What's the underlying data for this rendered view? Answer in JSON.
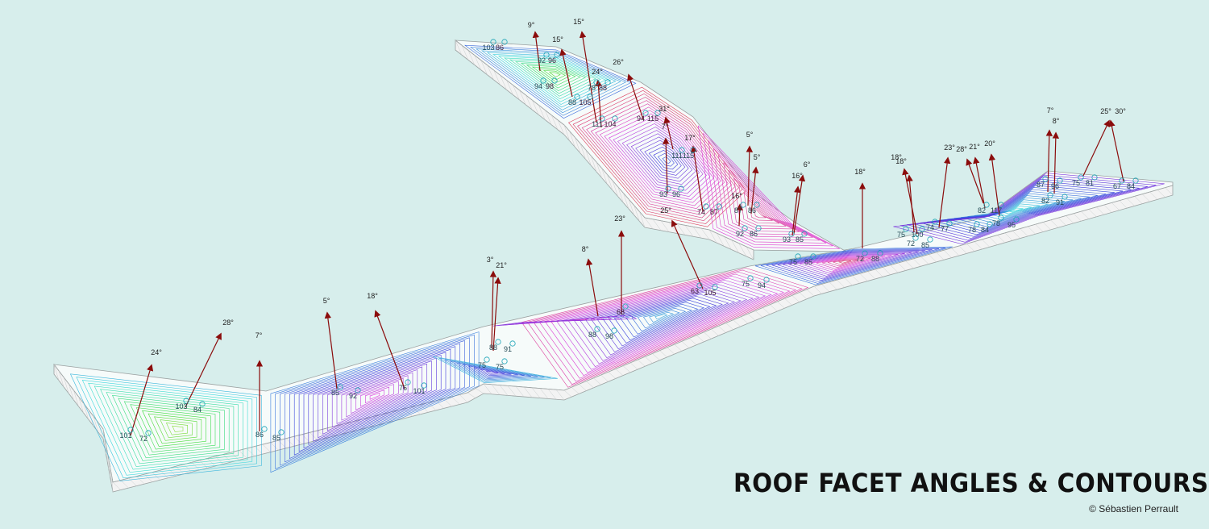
{
  "title": "ROOF FACET ANGLES & CONTOURS",
  "credit": "© Sébastien Perrault",
  "colors": {
    "background": "#d7eeec",
    "arrow": "#8b0c0c",
    "slab_fill": "#f3f3f3",
    "slab_edge": "#9aa0a0",
    "facet_label_cyan": "#1aa3b5"
  },
  "facet_labels": [
    {
      "id": "f01",
      "text": "103"
    },
    {
      "id": "f02",
      "text": "86"
    },
    {
      "id": "f03",
      "text": "92"
    },
    {
      "id": "f04",
      "text": "96"
    },
    {
      "id": "f05",
      "text": "94"
    },
    {
      "id": "f06",
      "text": "98"
    },
    {
      "id": "f07",
      "text": "88"
    },
    {
      "id": "f08",
      "text": "105"
    },
    {
      "id": "f09",
      "text": "78"
    },
    {
      "id": "f10",
      "text": "88"
    },
    {
      "id": "f11",
      "text": "111"
    },
    {
      "id": "f12",
      "text": "104"
    },
    {
      "id": "f13",
      "text": "94"
    },
    {
      "id": "f14",
      "text": "115"
    },
    {
      "id": "f15",
      "text": "111"
    },
    {
      "id": "f16",
      "text": "115"
    },
    {
      "id": "f17",
      "text": "93"
    },
    {
      "id": "f18",
      "text": "96"
    },
    {
      "id": "f19",
      "text": "74"
    },
    {
      "id": "f20",
      "text": "87"
    },
    {
      "id": "f21",
      "text": "87"
    },
    {
      "id": "f22",
      "text": "86"
    },
    {
      "id": "f23",
      "text": "92"
    },
    {
      "id": "f24",
      "text": "86"
    },
    {
      "id": "f25",
      "text": "93"
    },
    {
      "id": "f26",
      "text": "85"
    },
    {
      "id": "f27",
      "text": "75"
    },
    {
      "id": "f28",
      "text": "85"
    },
    {
      "id": "f29",
      "text": "72"
    },
    {
      "id": "f30",
      "text": "88"
    },
    {
      "id": "f31",
      "text": "75"
    },
    {
      "id": "f32",
      "text": "100"
    },
    {
      "id": "f33",
      "text": "72"
    },
    {
      "id": "f34",
      "text": "85"
    },
    {
      "id": "f35",
      "text": "74"
    },
    {
      "id": "f36",
      "text": "77"
    },
    {
      "id": "f37",
      "text": "78"
    },
    {
      "id": "f38",
      "text": "84"
    },
    {
      "id": "f39",
      "text": "82"
    },
    {
      "id": "f40",
      "text": "117"
    },
    {
      "id": "f41",
      "text": "78"
    },
    {
      "id": "f42",
      "text": "95"
    },
    {
      "id": "f43",
      "text": "87"
    },
    {
      "id": "f44",
      "text": "96"
    },
    {
      "id": "f45",
      "text": "82"
    },
    {
      "id": "f46",
      "text": "91"
    },
    {
      "id": "f47",
      "text": "75"
    },
    {
      "id": "f48",
      "text": "81"
    },
    {
      "id": "f49",
      "text": "67"
    },
    {
      "id": "f50",
      "text": "84"
    },
    {
      "id": "f51",
      "text": "75"
    },
    {
      "id": "f52",
      "text": "94"
    },
    {
      "id": "f53",
      "text": "63"
    },
    {
      "id": "f54",
      "text": "105"
    },
    {
      "id": "f55",
      "text": "68"
    },
    {
      "id": "f56",
      "text": "88"
    },
    {
      "id": "f57",
      "text": "98"
    },
    {
      "id": "f58",
      "text": "88"
    },
    {
      "id": "f59",
      "text": "91"
    },
    {
      "id": "f60",
      "text": "75"
    },
    {
      "id": "f61",
      "text": "75"
    },
    {
      "id": "f62",
      "text": "76"
    },
    {
      "id": "f63",
      "text": "101"
    },
    {
      "id": "f64",
      "text": "85"
    },
    {
      "id": "f65",
      "text": "92"
    },
    {
      "id": "f66",
      "text": "86"
    },
    {
      "id": "f67",
      "text": "85"
    },
    {
      "id": "f68",
      "text": "103"
    },
    {
      "id": "f69",
      "text": "84"
    },
    {
      "id": "f70",
      "text": "101"
    },
    {
      "id": "f71",
      "text": "72"
    }
  ],
  "angle_labels": [
    {
      "id": "a01",
      "text": "9°"
    },
    {
      "id": "a02",
      "text": "15°"
    },
    {
      "id": "a03",
      "text": "15°"
    },
    {
      "id": "a04",
      "text": "24°"
    },
    {
      "id": "a05",
      "text": "26°"
    },
    {
      "id": "a06",
      "text": "31°"
    },
    {
      "id": "a07",
      "text": "7°"
    },
    {
      "id": "a08",
      "text": "17°"
    },
    {
      "id": "a09",
      "text": "5°"
    },
    {
      "id": "a10",
      "text": "5°"
    },
    {
      "id": "a11",
      "text": "6°"
    },
    {
      "id": "a12",
      "text": "16°"
    },
    {
      "id": "a13",
      "text": "16°"
    },
    {
      "id": "a14",
      "text": "25°"
    },
    {
      "id": "a15",
      "text": "18°"
    },
    {
      "id": "a16",
      "text": "18°"
    },
    {
      "id": "a17",
      "text": "18°"
    },
    {
      "id": "a18",
      "text": "23°"
    },
    {
      "id": "a19",
      "text": "28°"
    },
    {
      "id": "a20",
      "text": "21°"
    },
    {
      "id": "a21",
      "text": "20°"
    },
    {
      "id": "a22",
      "text": "7°"
    },
    {
      "id": "a23",
      "text": "8°"
    },
    {
      "id": "a24",
      "text": "25°"
    },
    {
      "id": "a25",
      "text": "30°"
    },
    {
      "id": "a26",
      "text": "23°"
    },
    {
      "id": "a27",
      "text": "8°"
    },
    {
      "id": "a28",
      "text": "3°"
    },
    {
      "id": "a29",
      "text": "21°"
    },
    {
      "id": "a30",
      "text": "5°"
    },
    {
      "id": "a31",
      "text": "18°"
    },
    {
      "id": "a32",
      "text": "28°"
    },
    {
      "id": "a33",
      "text": "7°"
    },
    {
      "id": "a34",
      "text": "24°"
    }
  ]
}
